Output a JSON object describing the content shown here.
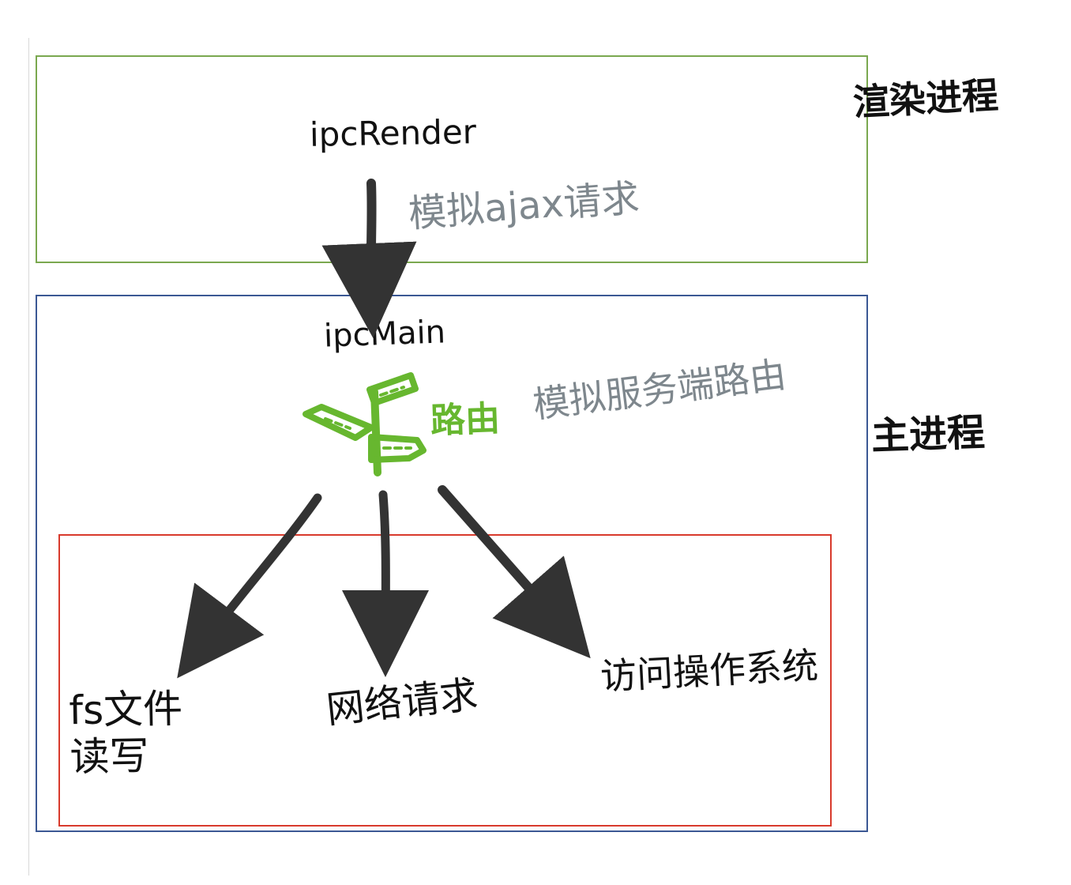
{
  "diagram": {
    "renderer_process": {
      "label": "渲染进程",
      "node": "ipcRender"
    },
    "main_process": {
      "label": "主进程",
      "node": "ipcMain"
    },
    "arrow_notes": {
      "ajax": "模拟ajax请求",
      "server_route": "模拟服务端路由"
    },
    "router": {
      "label": "路由",
      "icon": "signpost-icon"
    },
    "destinations": {
      "fs_line_1": "fs文件",
      "fs_line_2": "读写",
      "network": "网络请求",
      "system": "访问操作系统"
    },
    "colors": {
      "renderer_border": "#7aa84f",
      "main_border": "#3b5894",
      "system_border": "#d83a2c",
      "ink": "#111111",
      "grey_ink": "#7e878d",
      "router_green": "#67b72f"
    }
  }
}
